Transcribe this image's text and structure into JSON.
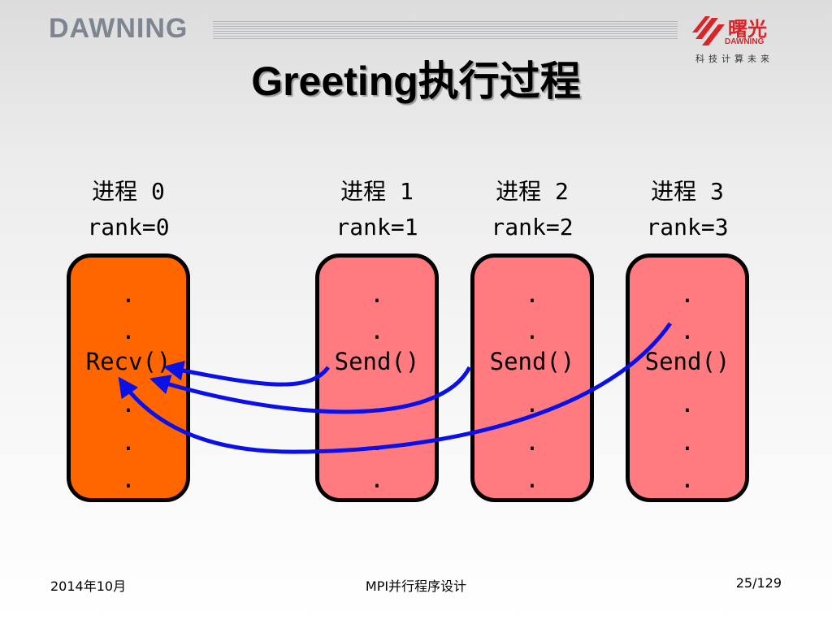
{
  "header": {
    "brand": "DAWNING",
    "logo_cn": "曙光",
    "logo_en": "DAWNING",
    "logo_slogan": "科技计算未来"
  },
  "title": "Greeting执行过程",
  "processes": [
    {
      "name": "进程 0",
      "rank": "rank=0",
      "lines": [
        ".",
        ".",
        "Recv()",
        ".",
        ".",
        "."
      ]
    },
    {
      "name": "进程 1",
      "rank": "rank=1",
      "lines": [
        ".",
        ".",
        "Send()",
        ".",
        ".",
        "."
      ]
    },
    {
      "name": "进程 2",
      "rank": "rank=2",
      "lines": [
        ".",
        ".",
        "Send()",
        ".",
        ".",
        "."
      ]
    },
    {
      "name": "进程 3",
      "rank": "rank=3",
      "lines": [
        ".",
        ".",
        "Send()",
        ".",
        ".",
        "."
      ]
    }
  ],
  "colors": {
    "root_box": "#ff6600",
    "worker_box": "#ff7b80",
    "arrow": "#0a10e6",
    "logo_red": "#d9252a"
  },
  "footer": {
    "date": "2014年10月",
    "course": "MPI并行程序设计",
    "page": "25/129"
  }
}
